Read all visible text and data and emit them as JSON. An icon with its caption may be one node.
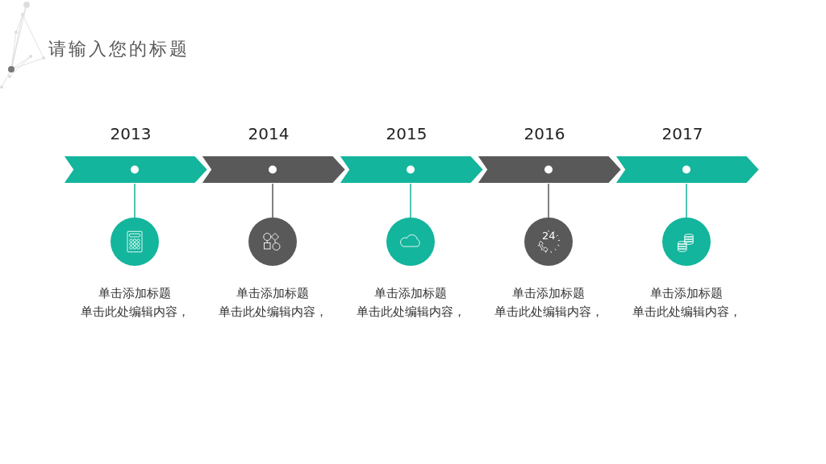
{
  "diagram": {
    "title": "请输入您的标题",
    "nodes": [
      {
        "text": [
          "2013"
        ]
      },
      {
        "text": [
          "2014"
        ]
      },
      {
        "text": [
          "2015"
        ]
      },
      {
        "text": [
          "2016"
        ]
      },
      {
        "text": [
          "2017"
        ]
      },
      {
        "text": [],
        "shape": "circle",
        "beside": [
          "单击添加标题",
          "单击此处编辑内容，"
        ]
      },
      {
        "text": [],
        "shape": "circle",
        "beside": [
          "单击添加标题",
          "单击此处编辑内容，"
        ]
      },
      {
        "text": [],
        "shape": "circle",
        "beside": [
          "单击添加标题",
          "单击此处编辑内容，"
        ]
      },
      {
        "text": [],
        "shape": "circle",
        "beside": [
          "单击添加标题",
          "单击此处编辑内容，"
        ]
      },
      {
        "text": [],
        "shape": "circle",
        "beside": [
          "单击添加标题",
          "单击此处编辑内容，"
        ]
      }
    ],
    "edges": [
      {
        "from": 0,
        "to": 5,
        "arrow": "none"
      },
      {
        "from": 1,
        "to": 6,
        "arrow": "none",
        "color": "#595959"
      },
      {
        "from": 2,
        "to": 7,
        "arrow": "none"
      },
      {
        "from": 3,
        "to": 8,
        "arrow": "none",
        "color": "#595959"
      },
      {
        "from": 4,
        "to": 9,
        "arrow": "none"
      }
    ],
    "labels": [
      "24"
    ]
  }
}
